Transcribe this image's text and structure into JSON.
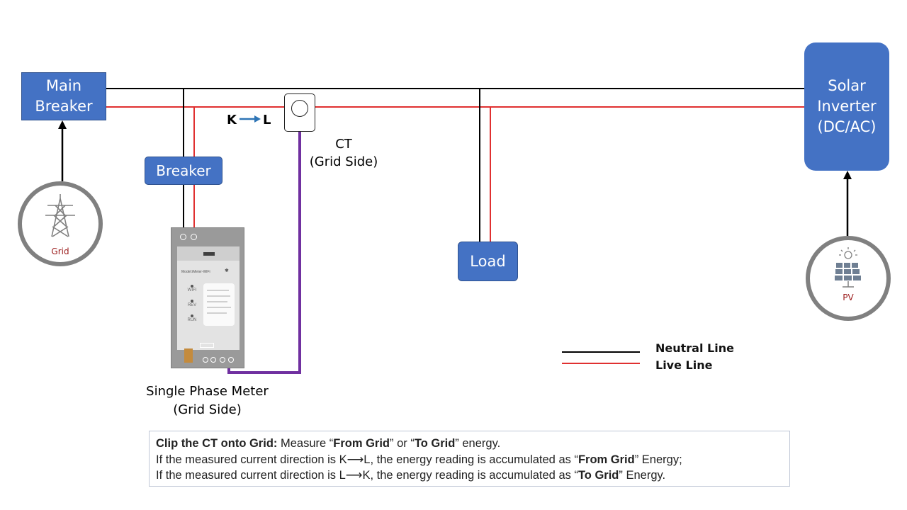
{
  "blocks": {
    "main_breaker": [
      "Main",
      "Breaker"
    ],
    "breaker": "Breaker",
    "load": "Load",
    "solar_inverter": [
      "Solar",
      "Inverter",
      "(DC/AC)"
    ]
  },
  "ct": {
    "label": [
      "CT",
      "(Grid Side)"
    ],
    "direction": {
      "from": "K",
      "to": "L"
    }
  },
  "meter": {
    "label": [
      "Single Phase Meter",
      "(Grid Side)"
    ],
    "model_text": "Model:iMeter-WiFi",
    "leds": [
      "WIFI",
      "REV",
      "RUN"
    ]
  },
  "grid": {
    "caption": "Grid",
    "icon": "power-tower-icon"
  },
  "pv": {
    "caption": "PV",
    "icon": "solar-panel-icon"
  },
  "legend": {
    "neutral": {
      "label": "Neutral Line",
      "color": "#000000"
    },
    "live": {
      "label": "Live Line",
      "color": "#e03030"
    }
  },
  "colors": {
    "block": "#4472c4",
    "ct_wire": "#7030a0",
    "node_ring": "#808080"
  },
  "note": {
    "heading": "Clip the CT onto Grid:",
    "line1_a": " Measure “",
    "line1_from": "From Grid",
    "line1_b": "” or “",
    "line1_to": "To Grid",
    "line1_c": "” energy.",
    "line2_a": "If the measured current direction is K⟶L, the energy reading is accumulated as “",
    "line2_b": "From Grid",
    "line2_c": "” Energy;",
    "line3_a": "If the measured current direction is L⟶K, the energy reading is accumulated as “",
    "line3_b": "To Grid",
    "line3_c": "” Energy."
  }
}
